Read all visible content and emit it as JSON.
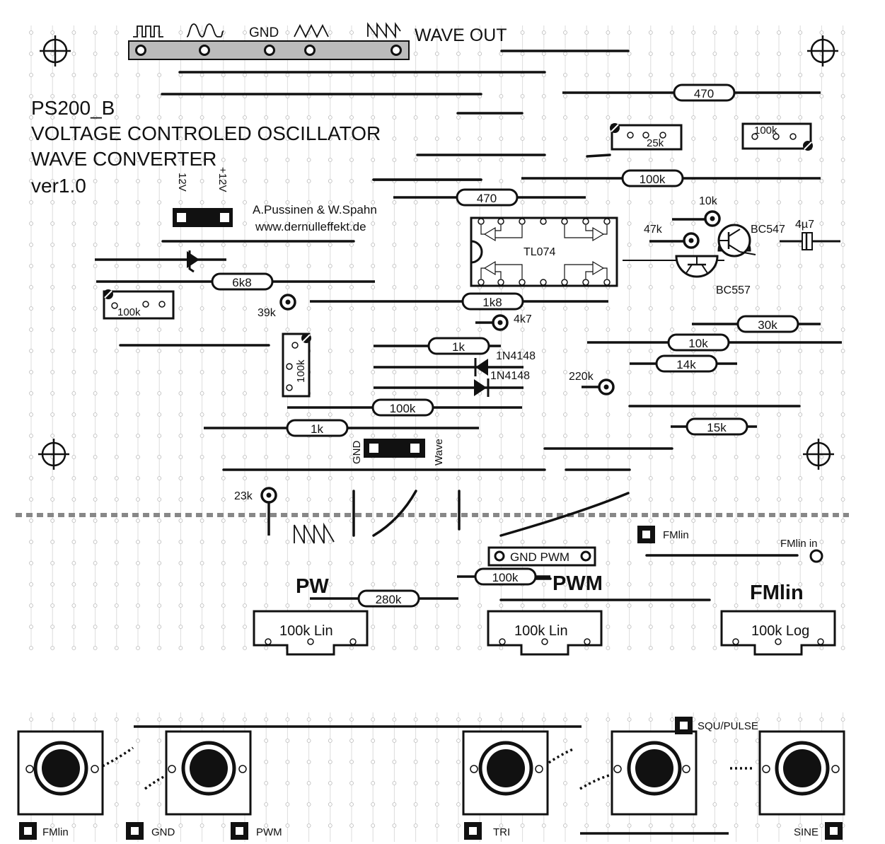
{
  "title": {
    "line1": "PS200_B",
    "line2": "VOLTAGE CONTROLED OSCILLATOR",
    "line3": "WAVE CONVERTER",
    "line4": "ver1.0"
  },
  "credits": {
    "authors": "A.Pussinen & W.Spahn",
    "url": "www.dernulleffekt.de"
  },
  "connectors": {
    "wave_out": "WAVE OUT",
    "wave_out_gnd": "GND",
    "power_12v_neg": "12V",
    "power_12v_pos": "+12V",
    "jumper_gnd": "GND",
    "jumper_wave": "Wave",
    "gnd_pwm": "GND PWM",
    "fmlin_pad": "FMlin",
    "fmlin_in": "FMlin in"
  },
  "components": {
    "resistors": {
      "r470_top": "470",
      "r100k_a": "100k",
      "r470_b": "470",
      "r6k8": "6k8",
      "r1k8": "1k8",
      "r30k": "30k",
      "r10k": "10k",
      "r14k": "14k",
      "r1k_a": "1k",
      "r100k_b": "100k",
      "r1k_b": "1k",
      "r15k": "15k",
      "r280k": "280k",
      "r100k_c": "100k"
    },
    "trimmers": {
      "t25k": "25k",
      "t100k_a": "100k",
      "t100k_b": "100k",
      "t100k_c": "100k"
    },
    "standing": {
      "r10k_s": "10k",
      "r47k_s": "47k",
      "r39k_s": "39k",
      "r4k7_s": "4k7",
      "r220k_s": "220k",
      "r23k_s": "23k"
    },
    "ic": "TL074",
    "transistor_npn": "BC547",
    "transistor_pnp": "BC557",
    "capacitor": "4µ7",
    "diode_a": "1N4148",
    "diode_b": "1N4148"
  },
  "pots": {
    "pw": {
      "label": "PW",
      "value": "100k Lin"
    },
    "pwm": {
      "label": "PWM",
      "value": "100k Lin"
    },
    "fmlin": {
      "label": "FMlin",
      "value": "100k Log"
    }
  },
  "jacks": {
    "fmlin": "FMlin",
    "gnd": "GND",
    "pwm": "PWM",
    "tri": "TRI",
    "squ_pulse": "SQU/PULSE",
    "sine": "SINE"
  },
  "colors": {
    "ink": "#111111",
    "board_lines": "#dddddd",
    "cut_line": "#888888",
    "header_fill": "#bbbbbb"
  }
}
